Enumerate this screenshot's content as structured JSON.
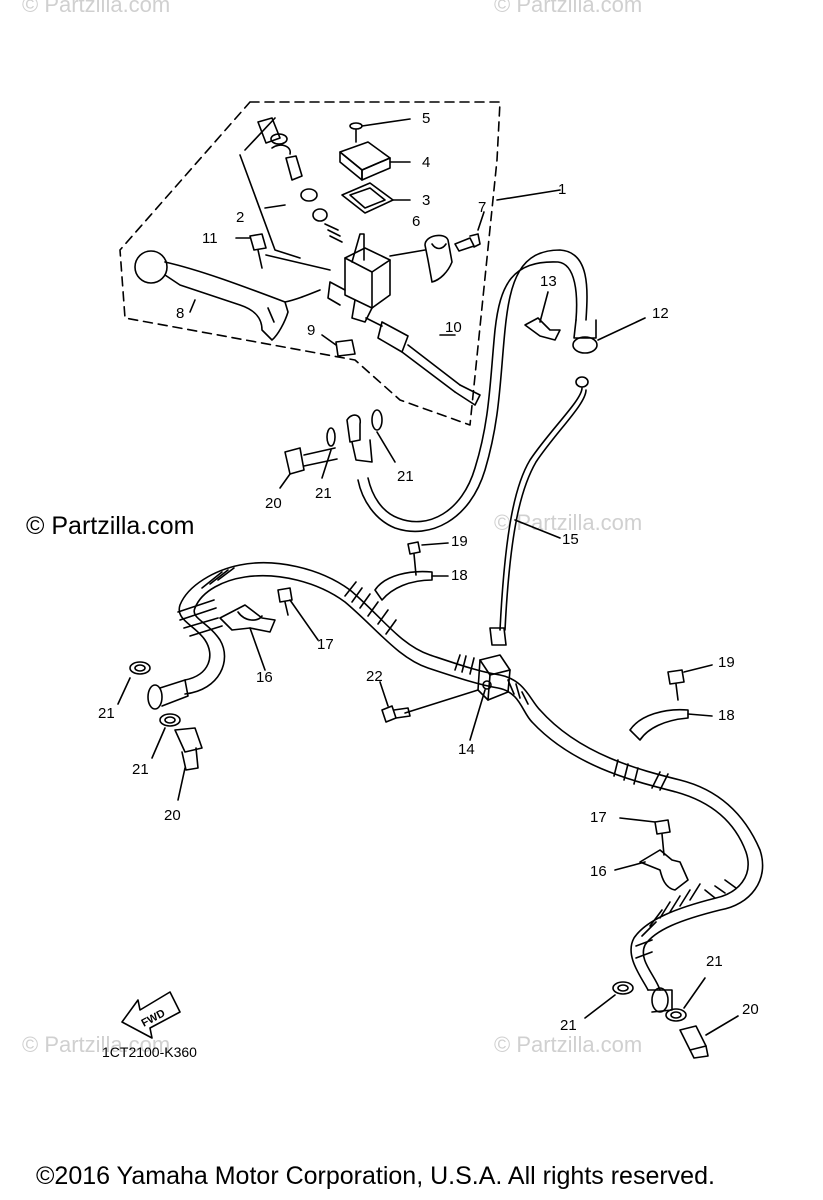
{
  "watermarks": [
    "© Partzilla.com",
    "© Partzilla.com",
    "© Partzilla.com",
    "© Partzilla.com",
    "© Partzilla.com"
  ],
  "brand": "© Partzilla.com",
  "diagram_code": "1CT2100-K360",
  "fwd_label": "FWD",
  "footer": "©2016  Yamaha Motor Corporation, U.S.A. All rights reserved.",
  "callouts": [
    "1",
    "2",
    "3",
    "4",
    "5",
    "6",
    "7",
    "8",
    "9",
    "10",
    "11",
    "12",
    "13",
    "14",
    "15",
    "16",
    "17",
    "18",
    "19",
    "20",
    "21",
    "21",
    "20",
    "19",
    "18",
    "17",
    "16",
    "21",
    "21",
    "20",
    "22",
    "21",
    "21",
    "20",
    "17",
    "16",
    "19",
    "18"
  ]
}
